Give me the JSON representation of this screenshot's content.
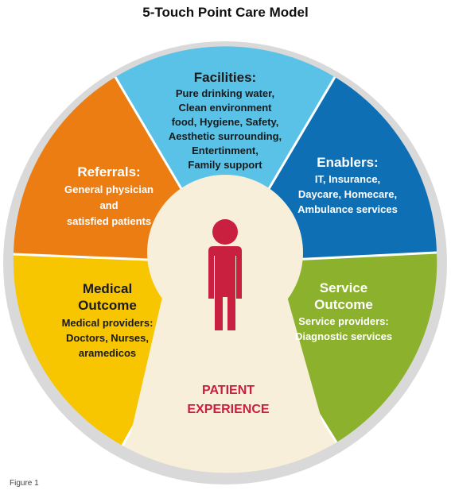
{
  "title": "5-Touch Point Care Model",
  "caption": "Figure 1",
  "colors": {
    "rim": "#d9d9d9",
    "facilities": "#5bc2e7",
    "enablers": "#0f6fb4",
    "service": "#8cb12c",
    "center": "#f7efd9",
    "medical": "#f7c600",
    "referrals": "#ec7d13",
    "figure": "#c8203e"
  },
  "icon": "person-figure-icon",
  "segments": {
    "facilities": {
      "heading": "Facilities:",
      "lines": [
        "Pure drinking water,",
        "Clean environment",
        "food, Hygiene, Safety,",
        "Aesthetic surrounding,",
        "Entertinment,",
        "Family support"
      ]
    },
    "enablers": {
      "heading": "Enablers:",
      "lines": [
        "IT, Insurance,",
        "Daycare, Homecare,",
        "Ambulance services"
      ]
    },
    "service": {
      "heading_lines": [
        "Service",
        "Outcome"
      ],
      "lines": [
        "Service providers:",
        "Diagnostic services"
      ]
    },
    "medical": {
      "heading_lines": [
        "Medical",
        "Outcome"
      ],
      "lines": [
        "Medical providers:",
        "Doctors, Nurses,",
        "aramedicos"
      ]
    },
    "referrals": {
      "heading": "Referrals:",
      "lines": [
        "General physician",
        "and",
        "satisfied patients"
      ]
    }
  },
  "center": {
    "lines": [
      "PATIENT",
      "EXPERIENCE"
    ]
  }
}
